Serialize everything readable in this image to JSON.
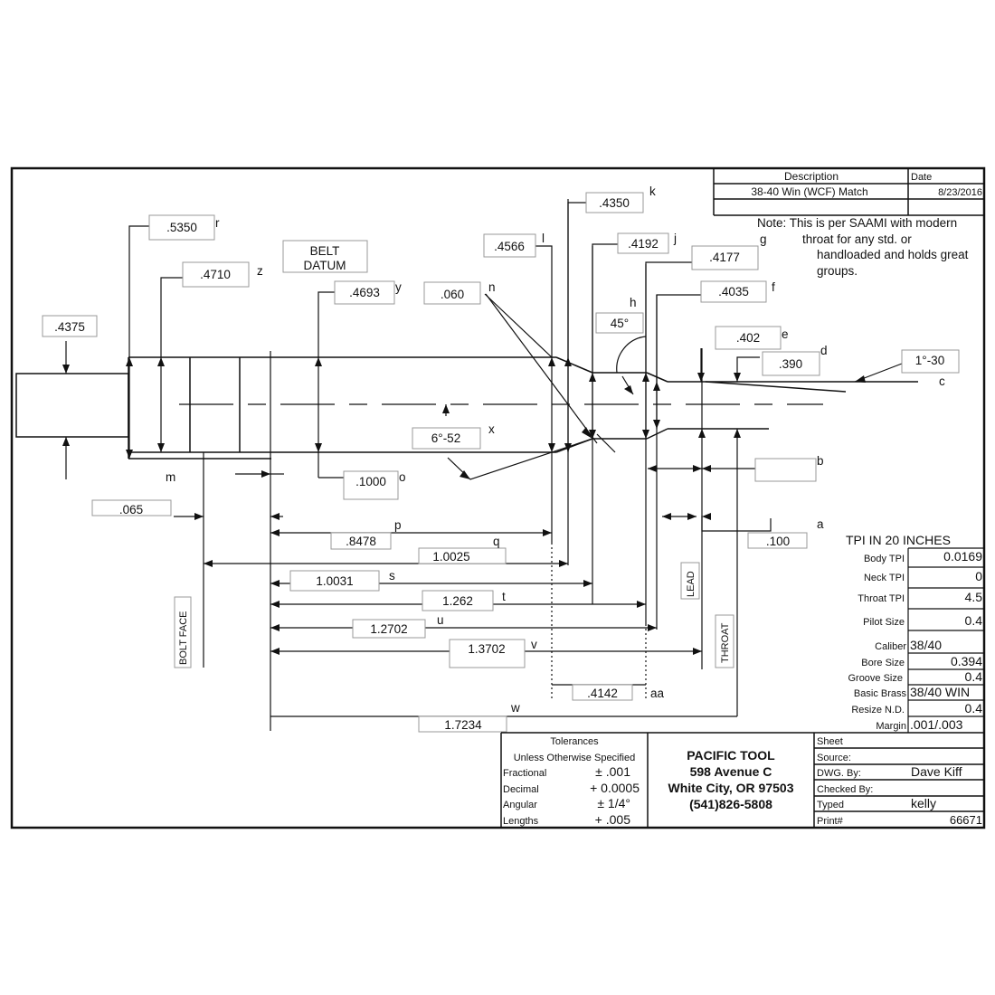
{
  "title_block": {
    "description_header": "Description",
    "date_header": "Date",
    "description": "38-40 Win (WCF) Match",
    "date": "8/23/2016"
  },
  "note": {
    "line1": "Note: This is per SAAMI with modern",
    "line2": "throat for any std. or",
    "line3": "handloaded and holds great",
    "line4": "groups."
  },
  "labels": {
    "belt_datum_1": "BELT",
    "belt_datum_2": "DATUM",
    "bolt_face": "BOLT FACE",
    "lead": "LEAD",
    "throat": "THROAT"
  },
  "dimensions": {
    "rim_dia": ".4375",
    "r": ".5350",
    "z": ".4710",
    "y": ".4693",
    "n": ".060",
    "l": ".4566",
    "k": ".4350",
    "j": ".4192",
    "g": ".4177",
    "f": ".4035",
    "h": "45°",
    "e": ".402",
    "d": ".390",
    "c": "1°-30",
    "x": "6°-52",
    "o": ".1000",
    "m_val": ".065",
    "p": ".8478",
    "q": "1.0025",
    "s": "1.0031",
    "t": "1.262",
    "u": "1.2702",
    "v": "1.3702",
    "aa": ".4142",
    "w": "1.7234",
    "a": ".100",
    "b": ""
  },
  "letters": {
    "r": "r",
    "z": "z",
    "y": "y",
    "n": "n",
    "l": "l",
    "k": "k",
    "j": "j",
    "g": "g",
    "f": "f",
    "h": "h",
    "e": "e",
    "d": "d",
    "c": "c",
    "x": "x",
    "o": "o",
    "m": "m",
    "p": "p",
    "q": "q",
    "s": "s",
    "t": "t",
    "u": "u",
    "v": "v",
    "aa": "aa",
    "w": "w",
    "a": "a",
    "b": "b"
  },
  "tpi": {
    "header": "TPI IN 20  INCHES",
    "rows": [
      {
        "label": "Body TPI",
        "value": "0.0169"
      },
      {
        "label": "Neck TPI",
        "value": "0"
      },
      {
        "label": "Throat TPI",
        "value": "4.5"
      },
      {
        "label": "Pilot Size",
        "value": "0.4"
      }
    ]
  },
  "specs": {
    "rows": [
      {
        "label": "Caliber",
        "value": "38/40"
      },
      {
        "label": "Bore Size",
        "value": "0.394"
      },
      {
        "label": "Groove Size",
        "value": "0.4"
      },
      {
        "label": "Basic Brass",
        "value": "38/40 WIN"
      },
      {
        "label": "Resize N.D.",
        "value": "0.4"
      },
      {
        "label": "Margin",
        "value": ".001/.003"
      }
    ]
  },
  "tolerances": {
    "title": "Tolerances",
    "subtitle": "Unless Otherwise Specified",
    "rows": [
      {
        "label": "Fractional",
        "value": "± .001"
      },
      {
        "label": "Decimal",
        "value": "+ 0.0005"
      },
      {
        "label": "Angular",
        "value": "± 1/4°"
      },
      {
        "label": "Lengths",
        "value": "+ .005"
      }
    ]
  },
  "company": {
    "name": "PACIFIC TOOL",
    "address1": "598 Avenue C",
    "address2": "White City, OR 97503",
    "phone": "(541)826-5808"
  },
  "sheet": {
    "sheet_label": "Sheet",
    "source_label": "Source:",
    "drawn_label": "DWG. By:",
    "drawn_value": "Dave Kiff",
    "checked_label": "Checked By:",
    "typed_label": "Typed",
    "typed_value": "kelly",
    "print_label": "Print#",
    "print_value": "66671"
  }
}
